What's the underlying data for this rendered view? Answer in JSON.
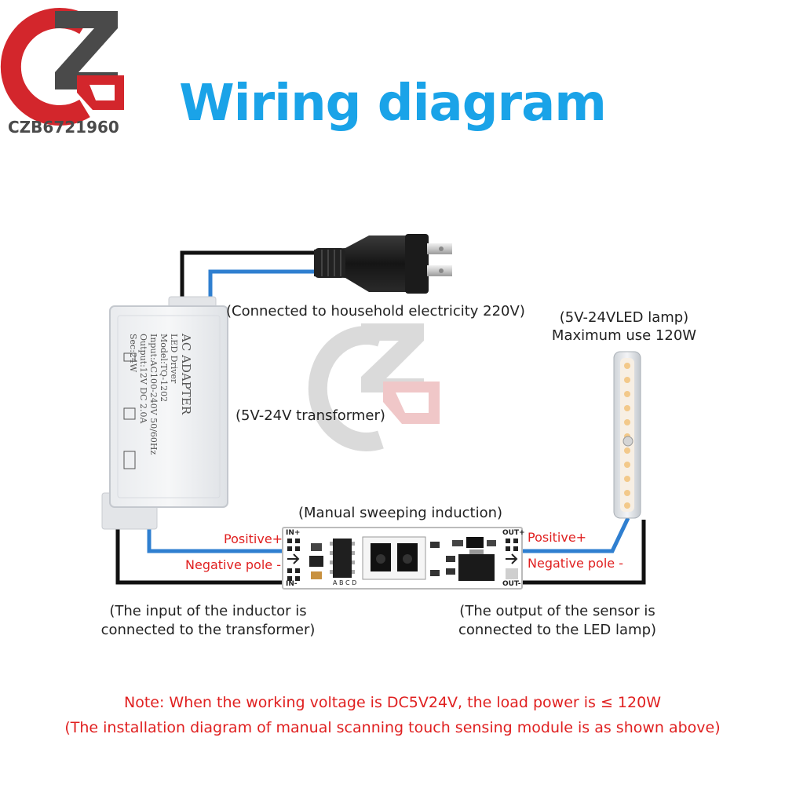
{
  "title": "Wiring diagram",
  "colors": {
    "title": "#1aa3e8",
    "note": "#e02020",
    "positive_wire": "#2f7fd0",
    "negative_wire": "#111111",
    "logo_red": "#d3262c",
    "logo_gray": "#4a4a4a",
    "watermark": "#c9c9c9"
  },
  "brand": {
    "logo_text": "CZB6721960"
  },
  "labels": {
    "plug": "(Connected to household electricity 220V)",
    "transformer": "(5V-24V transformer)",
    "lamp_line1": "(5V-24VLED lamp)",
    "lamp_line2": "Maximum use 120W",
    "module": "(Manual sweeping induction)",
    "input_line1": "(The input of the inductor is",
    "input_line2": "connected to the transformer)",
    "output_line1": "(The output of the sensor is",
    "output_line2": "connected to the LED lamp)"
  },
  "wires": {
    "in_positive": "Positive+",
    "in_negative": "Negative pole -",
    "out_positive": "Positive+",
    "out_negative": "Negative pole -"
  },
  "pcb": {
    "in_plus": "IN+",
    "in_minus": "IN-",
    "out_plus": "OUT+",
    "out_minus": "OUT-",
    "pins": "A B C D"
  },
  "adapter": {
    "line1": "AC ADAPTER",
    "line2": "LED Driver",
    "line3": "Model:TQ-1202",
    "line4": "Input:AC100-240V 50/60Hz",
    "line5": "Output:12V DC 2.0A",
    "line6": "Sec:24W"
  },
  "notes": {
    "line1": "Note: When the working voltage is DC5V24V, the load power is ≤ 120W",
    "line2": "(The installation diagram of manual scanning touch sensing module is as shown above)"
  }
}
